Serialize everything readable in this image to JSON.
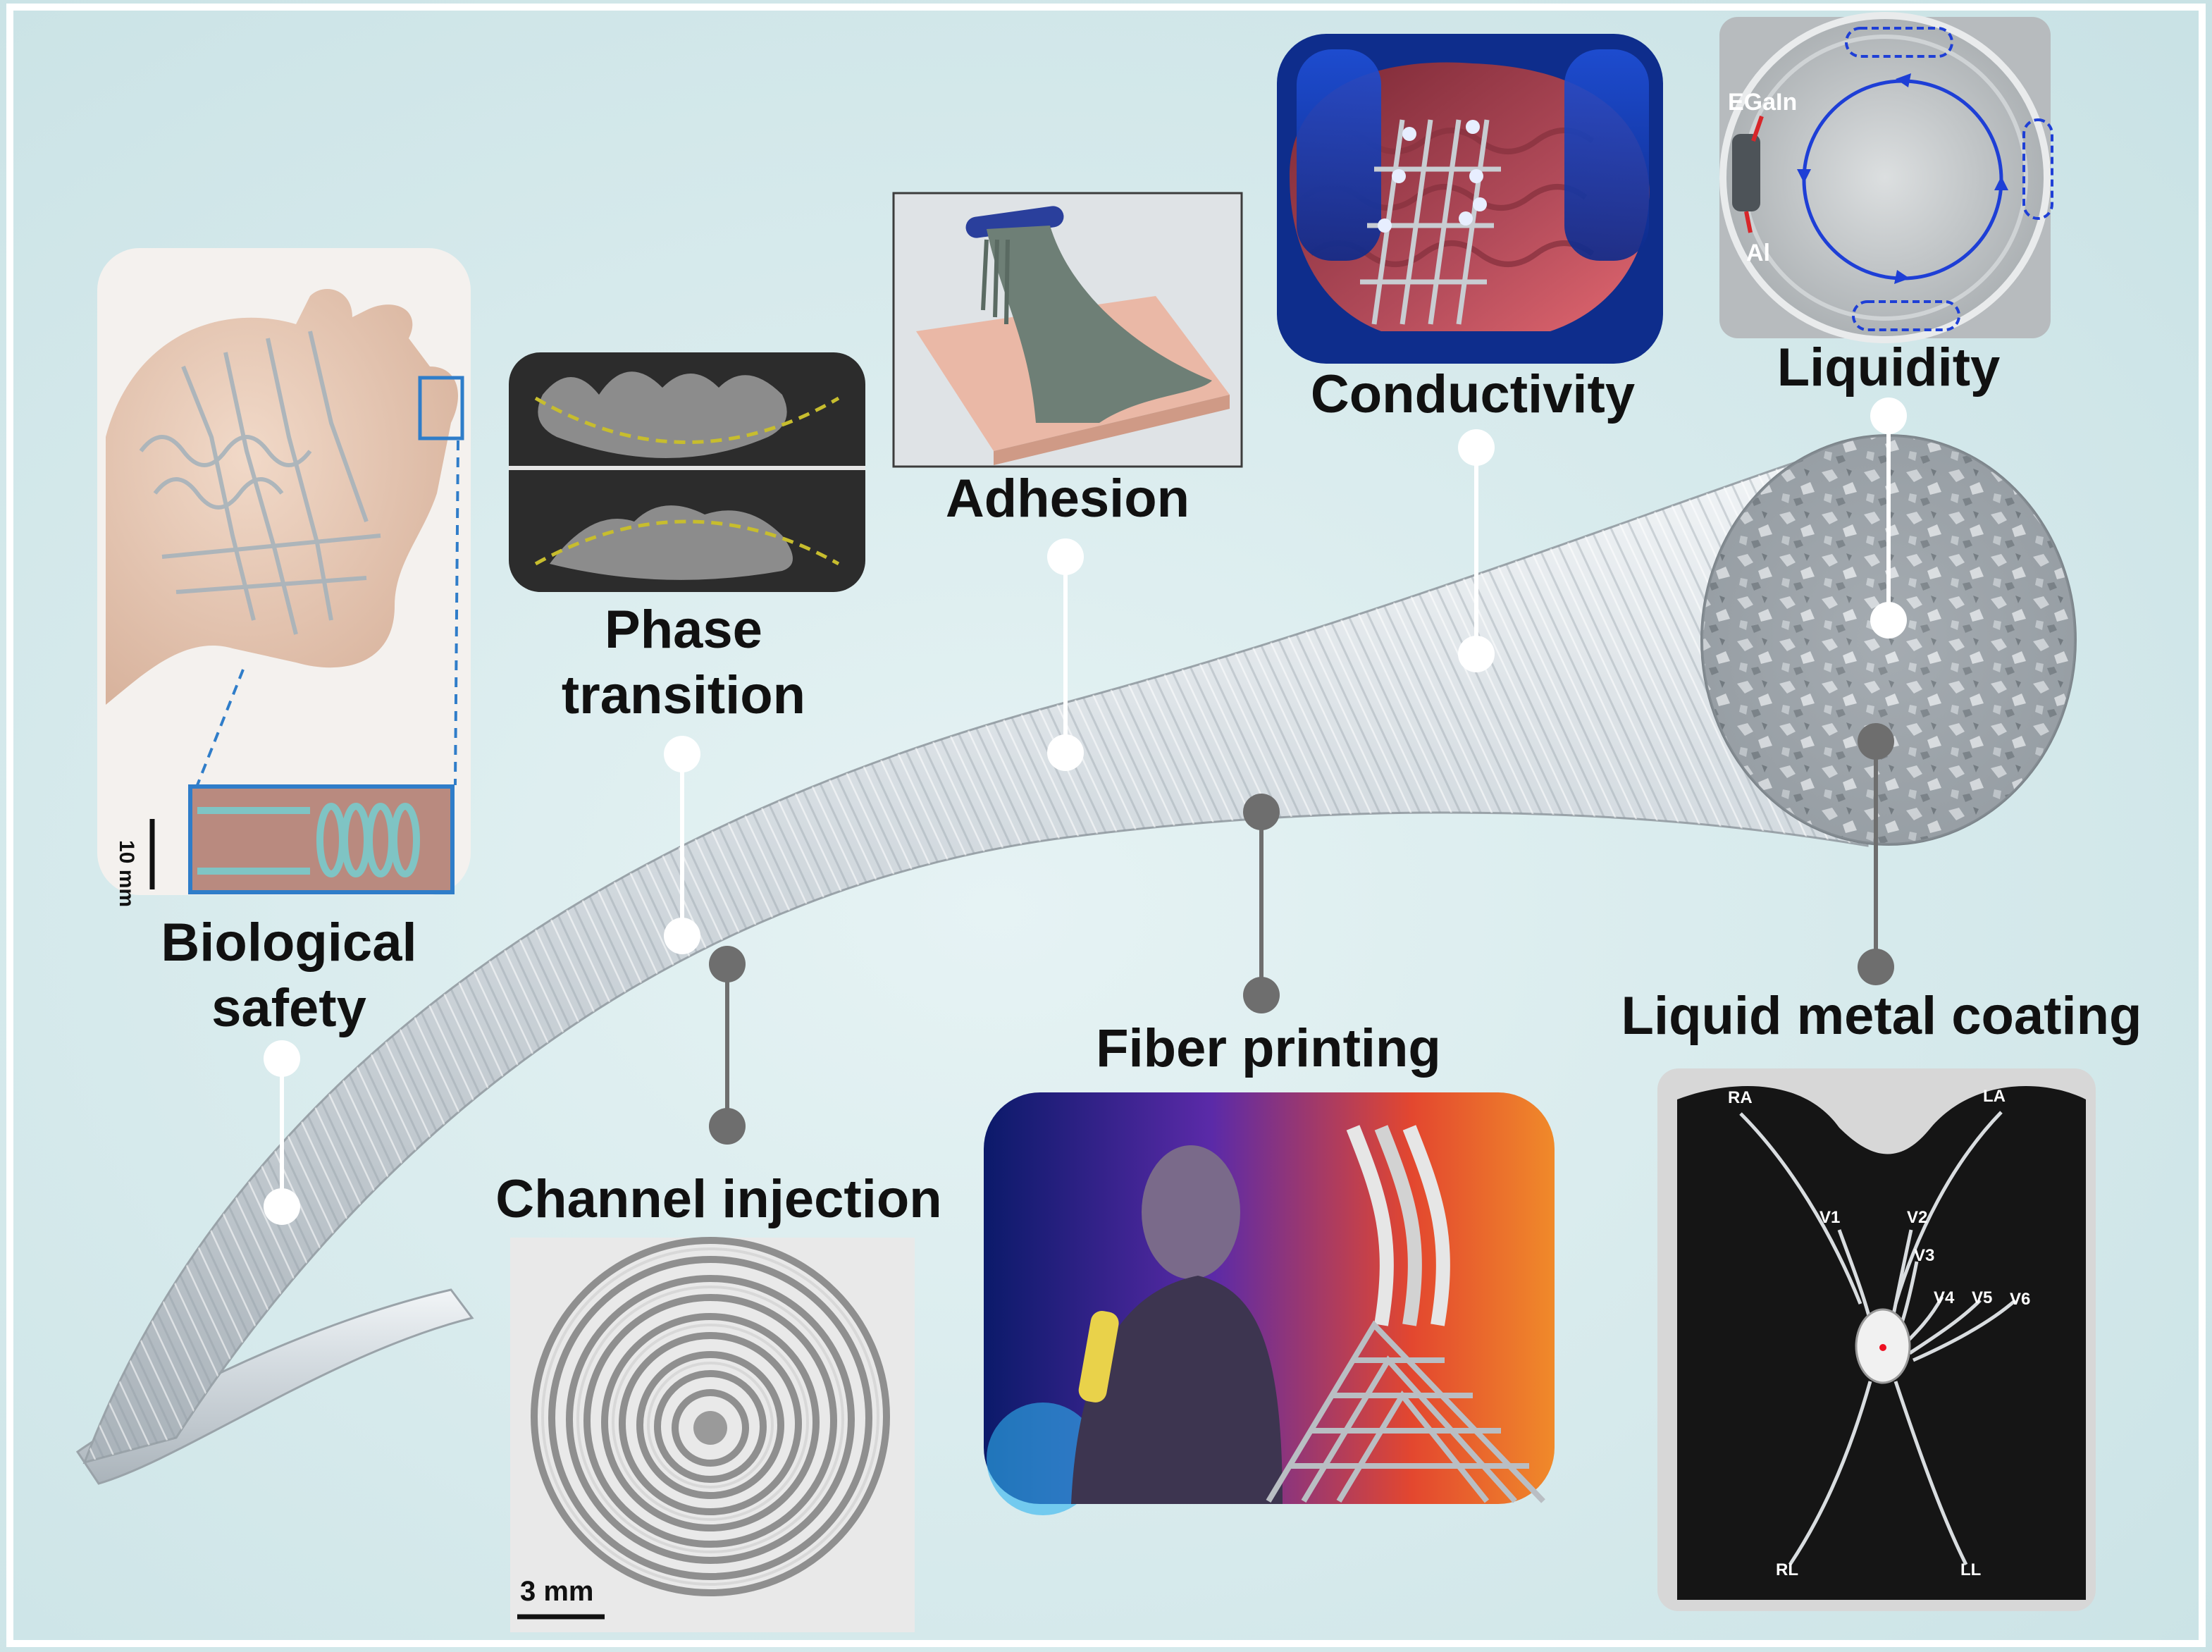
{
  "labels": {
    "biological_safety": "Biological\nsafety",
    "phase_transition": "Phase\ntransition",
    "adhesion": "Adhesion",
    "conductivity": "Conductivity",
    "liquidity": "Liquidity",
    "channel_injection": "Channel injection",
    "fiber_printing": "Fiber printing",
    "liquid_metal_coating": "Liquid metal coating"
  },
  "annotations": {
    "scale_hand": "10 mm",
    "scale_spiral": "3 mm",
    "egain": "EGaIn",
    "al": "Al",
    "ecg_leads": [
      "RA",
      "LA",
      "V1",
      "V2",
      "V3",
      "V4",
      "V5",
      "V6",
      "RL",
      "LL"
    ]
  },
  "colors": {
    "background": "#d7eaec",
    "white_marker": "#ffffff",
    "gray_marker": "#6e6e6e",
    "highlight_box": "#2f7dc9",
    "flow_arrow": "#1e3fd6"
  }
}
